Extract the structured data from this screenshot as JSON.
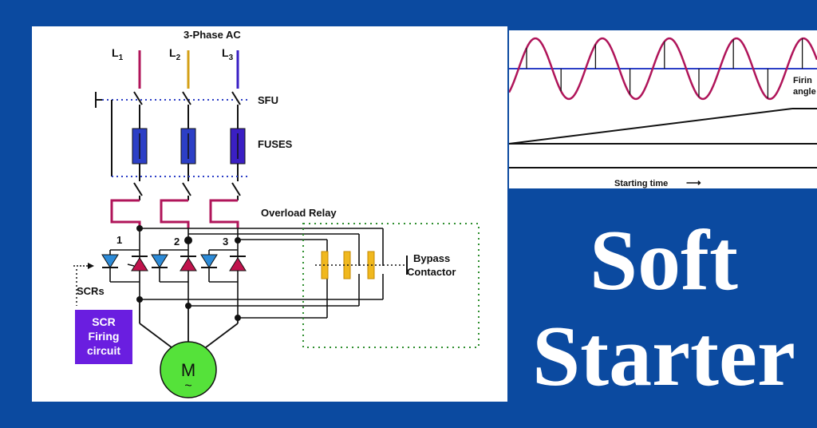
{
  "circuit": {
    "supply_label": "3-Phase AC",
    "phase_labels": [
      {
        "letter": "L",
        "sub": "1"
      },
      {
        "letter": "L",
        "sub": "2"
      },
      {
        "letter": "L",
        "sub": "3"
      }
    ],
    "sfu_label": "SFU",
    "fuses_label": "FUSES",
    "overload_label": "Overload Relay",
    "node_numbers": [
      "1",
      "2",
      "3"
    ],
    "bypass_label_line1": "Bypass",
    "bypass_label_line2": "Contactor",
    "scrs_label": "SCRs",
    "firing_box_lines": [
      "SCR",
      "Firing",
      "circuit"
    ],
    "motor_label": "M",
    "motor_symbol": "~"
  },
  "waveform": {
    "firing_angle_line1": "Firin",
    "firing_angle_line2": "angle",
    "starting_time_label": "Starting time",
    "arrow_symbol": "⟶"
  },
  "title": {
    "line1": "Soft",
    "line2": "Starter"
  },
  "colors": {
    "background": "#0b4aa0",
    "phase1": "#b0155a",
    "phase2": "#d4a017",
    "phase3": "#3a1fc4",
    "fuse": "#2c3fc6",
    "firing_box": "#6a1ee0",
    "motor": "#55e23a",
    "contact": "#f0b81e",
    "scr_fill": "#c0134c",
    "diode_fill": "#2c8bd8"
  }
}
